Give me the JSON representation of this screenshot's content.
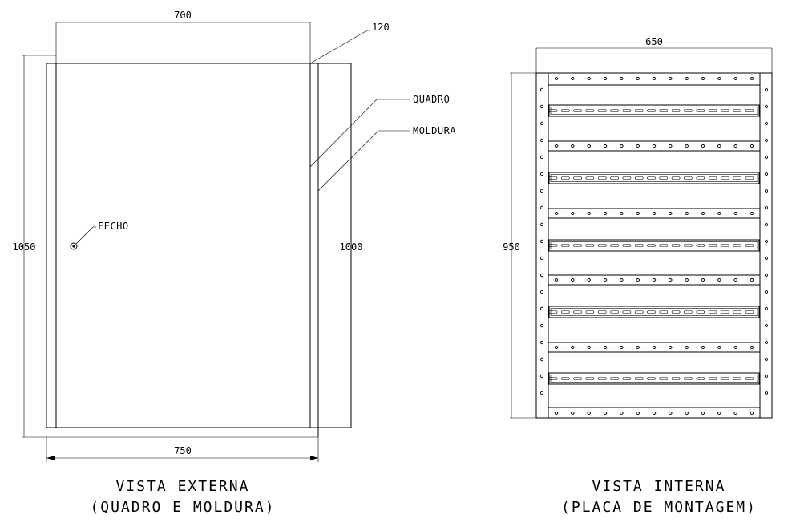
{
  "external_view": {
    "dim_width_top": "700",
    "dim_frame_depth": "120",
    "dim_width_bottom": "750",
    "dim_height_left": "1050",
    "dim_height_right": "1000",
    "label_quadro": "QUADRO",
    "label_moldura": "MOLDURA",
    "label_fecho": "FECHO",
    "caption_line1": "VISTA EXTERNA",
    "caption_line2": "(QUADRO E MOLDURA)"
  },
  "internal_view": {
    "dim_width": "650",
    "dim_height": "950",
    "caption_line1": "VISTA INTERNA",
    "caption_line2": "(PLACA DE MONTAGEM)",
    "rail_count": 5,
    "slots_per_rail": 17,
    "holes_per_row": 13
  }
}
